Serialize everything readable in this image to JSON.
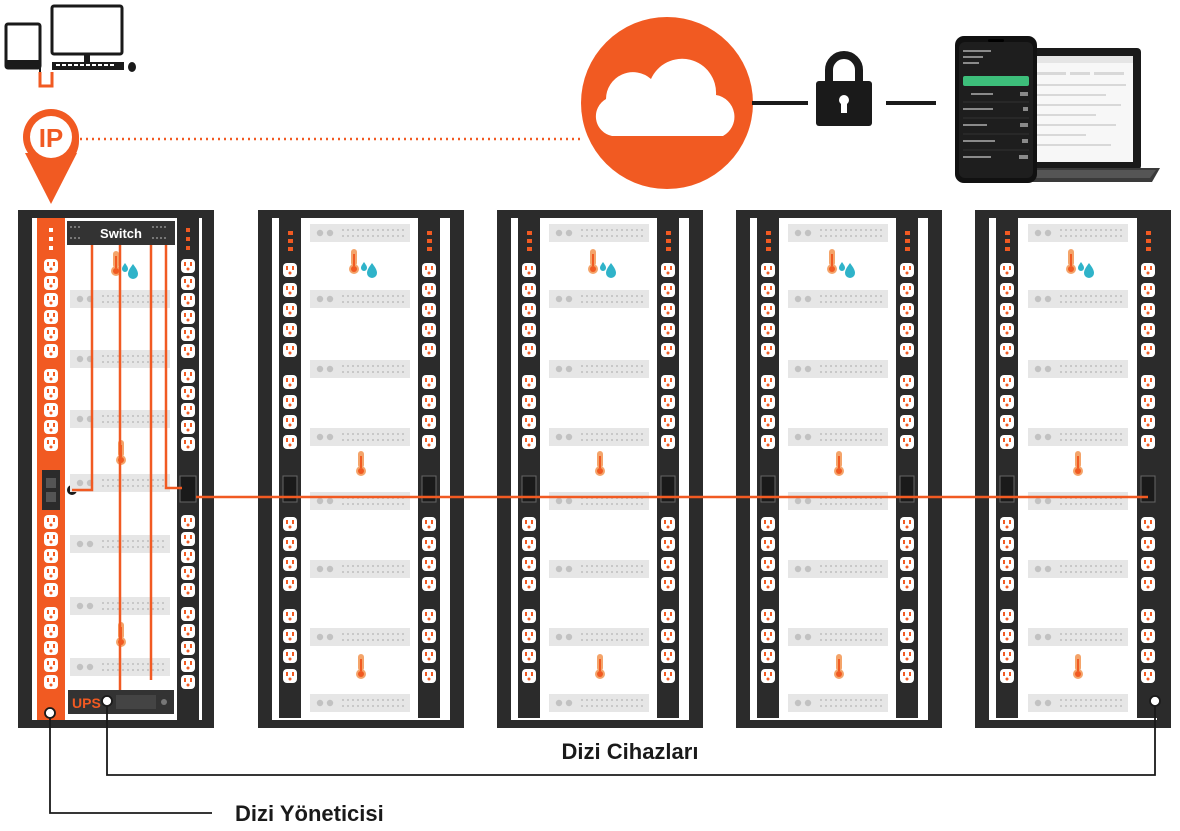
{
  "colors": {
    "accent": "#f15a22",
    "rack": "#2b2b2b",
    "device": "#e6e6e6",
    "water": "#2fb3c9",
    "ink": "#1a1a1a"
  },
  "labels": {
    "ip": "IP",
    "switch": "Switch",
    "ups": "UPS",
    "array_devices": "Dizi Cihazları",
    "array_manager": "Dizi Yöneticisi"
  },
  "icons": {
    "clients": [
      "tablet-icon",
      "desktop-computer-icon"
    ],
    "cloud": "cloud-icon",
    "security": "padlock-icon",
    "remote": [
      "smartphone-icon",
      "laptop-icon"
    ],
    "sensors": [
      "thermometer-icon",
      "water-drop-icon"
    ]
  },
  "racks": [
    {
      "role": "manager",
      "has_switch": true,
      "has_ups": true
    },
    {
      "role": "device",
      "has_switch": false,
      "has_ups": false
    },
    {
      "role": "device",
      "has_switch": false,
      "has_ups": false
    },
    {
      "role": "device",
      "has_switch": false,
      "has_ups": false
    },
    {
      "role": "device",
      "has_switch": false,
      "has_ups": false
    }
  ]
}
